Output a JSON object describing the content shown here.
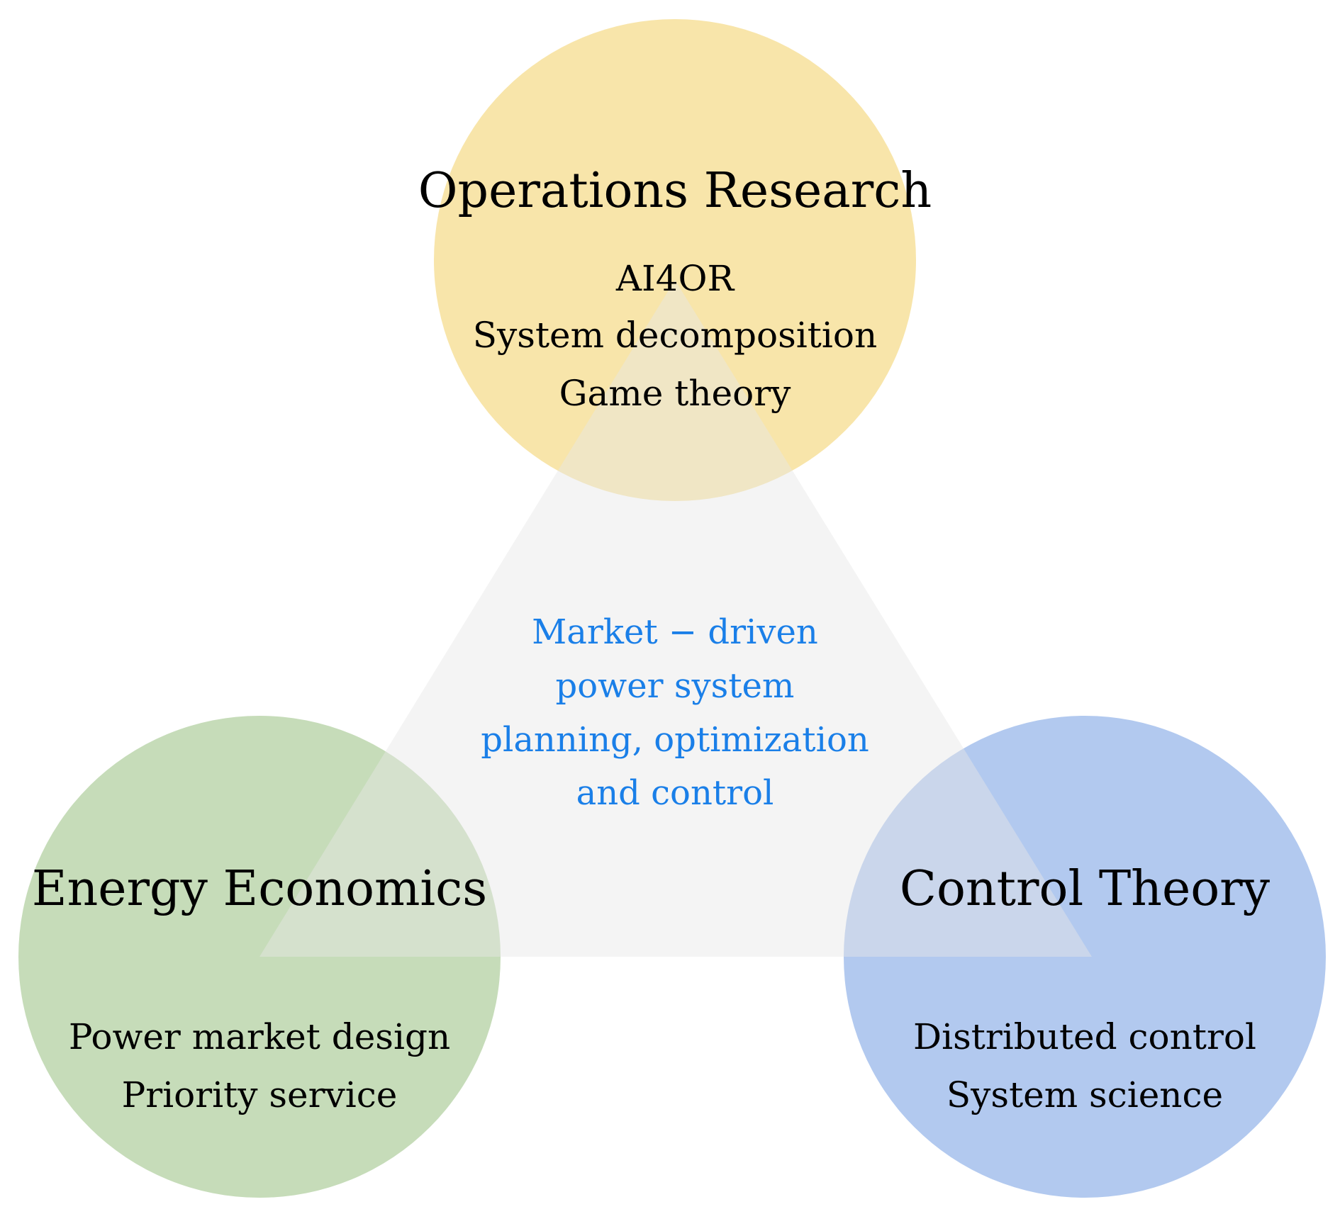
{
  "colors": {
    "operations_research": "#f8e5aa",
    "energy_economics": "#c6dcb9",
    "control_theory": "#b2c9ef",
    "triangle": "#e6e6e6",
    "center_text": "#1a7fe8"
  },
  "nodes": {
    "operations_research": {
      "title": "Operations Research",
      "items": [
        "AI4OR",
        "System decomposition",
        "Game theory"
      ]
    },
    "energy_economics": {
      "title": "Energy Economics",
      "items": [
        "Power market design",
        "Priority service"
      ]
    },
    "control_theory": {
      "title": "Control Theory",
      "items": [
        "Distributed control",
        "System science"
      ]
    }
  },
  "center": {
    "lines": [
      "Market − driven",
      "power system",
      "planning, optimization",
      "and control"
    ]
  }
}
